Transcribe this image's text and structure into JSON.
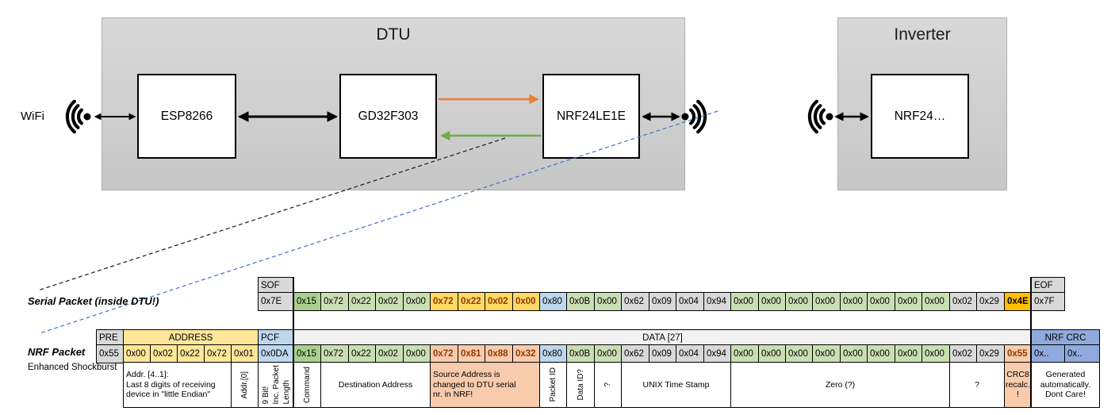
{
  "diagram": {
    "wifi_label": "WiFi",
    "dtu": {
      "title": "DTU",
      "esp8266": "ESP8266",
      "gd32f303": "GD32F303",
      "nrf24le1e": "NRF24LE1E"
    },
    "inverter": {
      "title": "Inverter",
      "nrf24": "NRF24…"
    }
  },
  "colors": {
    "arrow_black": "#000000",
    "arrow_orange": "#ED7D31",
    "arrow_green": "#70AD47",
    "dash_blue": "#4472C4",
    "cell_gray": "#D9D9D9",
    "cell_yellow": "#FFE699",
    "cell_gold": "#FFD966",
    "cell_gold_strong": "#FFC000",
    "cell_blue": "#BDD7EE",
    "cell_blue_dark": "#8FAADC",
    "cell_green_dark": "#A9D08E",
    "cell_green_light": "#C9DFB3",
    "cell_salmon": "#F8CBAD"
  },
  "packets": {
    "serial": {
      "label": "Serial Packet (inside DTU!)",
      "headers": [
        {
          "c": 6,
          "s": 1,
          "v": "SOF",
          "st": "gy",
          "align": "left"
        },
        {
          "c": 34,
          "s": 1,
          "v": "EOF",
          "st": "gy",
          "align": "left"
        }
      ],
      "cells": [
        {
          "c": 6,
          "v": "0x7E",
          "st": "gy"
        },
        {
          "c": 7,
          "v": "0x15",
          "st": "gn"
        },
        {
          "c": 8,
          "v": "0x72",
          "st": "lg"
        },
        {
          "c": 9,
          "v": "0x22",
          "st": "lg"
        },
        {
          "c": 10,
          "v": "0x02",
          "st": "lg"
        },
        {
          "c": 11,
          "v": "0x00",
          "st": "lg"
        },
        {
          "c": 12,
          "v": "0x72",
          "st": "go"
        },
        {
          "c": 13,
          "v": "0x22",
          "st": "go"
        },
        {
          "c": 14,
          "v": "0x02",
          "st": "go"
        },
        {
          "c": 15,
          "v": "0x00",
          "st": "go"
        },
        {
          "c": 16,
          "v": "0x80",
          "st": "bl"
        },
        {
          "c": 17,
          "v": "0x0B",
          "st": "lg"
        },
        {
          "c": 18,
          "v": "0x00",
          "st": "lg"
        },
        {
          "c": 19,
          "v": "0x62",
          "st": "gy"
        },
        {
          "c": 20,
          "v": "0x09",
          "st": "gy"
        },
        {
          "c": 21,
          "v": "0x04",
          "st": "gy"
        },
        {
          "c": 22,
          "v": "0x94",
          "st": "gy"
        },
        {
          "c": 23,
          "v": "0x00",
          "st": "lg"
        },
        {
          "c": 24,
          "v": "0x00",
          "st": "lg"
        },
        {
          "c": 25,
          "v": "0x00",
          "st": "lg"
        },
        {
          "c": 26,
          "v": "0x00",
          "st": "lg"
        },
        {
          "c": 27,
          "v": "0x00",
          "st": "lg"
        },
        {
          "c": 28,
          "v": "0x00",
          "st": "lg"
        },
        {
          "c": 29,
          "v": "0x00",
          "st": "lg"
        },
        {
          "c": 30,
          "v": "0x00",
          "st": "lg"
        },
        {
          "c": 31,
          "v": "0x02",
          "st": "gy"
        },
        {
          "c": 32,
          "v": "0x29",
          "st": "gy"
        },
        {
          "c": 33,
          "v": "0x4E",
          "st": "gx"
        },
        {
          "c": 34,
          "v": "0x7F",
          "st": "gy"
        }
      ]
    },
    "nrf": {
      "label": "NRF Packet",
      "sublabel": "Enhanced Shockburst",
      "headers": [
        {
          "c": 0,
          "s": 1,
          "v": "PRE",
          "st": "gy",
          "align": "left"
        },
        {
          "c": 1,
          "s": 5,
          "v": "ADDRESS",
          "st": "yh",
          "align": "center"
        },
        {
          "c": 6,
          "s": 1,
          "v": "PCF",
          "st": "bl",
          "align": "left"
        },
        {
          "c": 7,
          "s": 27,
          "v": "DATA [27]",
          "st": "dh",
          "align": "center"
        },
        {
          "c": 34,
          "s": 2,
          "v": "NRF CRC",
          "st": "bd",
          "align": "center"
        }
      ],
      "cells": [
        {
          "c": 0,
          "v": "0x55",
          "st": "gy"
        },
        {
          "c": 1,
          "v": "0x00",
          "st": "yh"
        },
        {
          "c": 2,
          "v": "0x02",
          "st": "yh"
        },
        {
          "c": 3,
          "v": "0x22",
          "st": "yh"
        },
        {
          "c": 4,
          "v": "0x72",
          "st": "yh"
        },
        {
          "c": 5,
          "v": "0x01",
          "st": "yh"
        },
        {
          "c": 6,
          "v": "0x0DA",
          "st": "bl"
        },
        {
          "c": 7,
          "v": "0x15",
          "st": "gn"
        },
        {
          "c": 8,
          "v": "0x72",
          "st": "lg"
        },
        {
          "c": 9,
          "v": "0x22",
          "st": "lg"
        },
        {
          "c": 10,
          "v": "0x02",
          "st": "lg"
        },
        {
          "c": 11,
          "v": "0x00",
          "st": "lg"
        },
        {
          "c": 12,
          "v": "0x72",
          "st": "sb"
        },
        {
          "c": 13,
          "v": "0x81",
          "st": "sb"
        },
        {
          "c": 14,
          "v": "0x88",
          "st": "sb"
        },
        {
          "c": 15,
          "v": "0x32",
          "st": "sb"
        },
        {
          "c": 16,
          "v": "0x80",
          "st": "bl"
        },
        {
          "c": 17,
          "v": "0x0B",
          "st": "lg"
        },
        {
          "c": 18,
          "v": "0x00",
          "st": "lg"
        },
        {
          "c": 19,
          "v": "0x62",
          "st": "gy"
        },
        {
          "c": 20,
          "v": "0x09",
          "st": "gy"
        },
        {
          "c": 21,
          "v": "0x04",
          "st": "gy"
        },
        {
          "c": 22,
          "v": "0x94",
          "st": "gy"
        },
        {
          "c": 23,
          "v": "0x00",
          "st": "lg"
        },
        {
          "c": 24,
          "v": "0x00",
          "st": "lg"
        },
        {
          "c": 25,
          "v": "0x00",
          "st": "lg"
        },
        {
          "c": 26,
          "v": "0x00",
          "st": "lg"
        },
        {
          "c": 27,
          "v": "0x00",
          "st": "lg"
        },
        {
          "c": 28,
          "v": "0x00",
          "st": "lg"
        },
        {
          "c": 29,
          "v": "0x00",
          "st": "lg"
        },
        {
          "c": 30,
          "v": "0x00",
          "st": "lg"
        },
        {
          "c": 31,
          "v": "0x02",
          "st": "gy"
        },
        {
          "c": 32,
          "v": "0x29",
          "st": "gy"
        },
        {
          "c": 33,
          "v": "0x55",
          "st": "sb"
        },
        {
          "c": 34,
          "v": "0x..",
          "st": "bd"
        },
        {
          "c": 35,
          "v": "0x..",
          "st": "bd"
        }
      ],
      "annotations": [
        {
          "c": 1,
          "s": 4,
          "v": "Addr. [4..1]:\nLast 8 digits of receiving\ndevice in \"little Endian\"",
          "st": "wh",
          "align": "left"
        },
        {
          "c": 5,
          "s": 1,
          "v": "Addr.[0]",
          "st": "wh",
          "vert": true
        },
        {
          "c": 6,
          "s": 1,
          "v": "9 Bit!\nInc. Packet\nLength",
          "st": "wh",
          "vert": true
        },
        {
          "c": 7,
          "s": 1,
          "v": "Command",
          "st": "wh",
          "vert": true
        },
        {
          "c": 8,
          "s": 4,
          "v": "Destination Address",
          "st": "wh",
          "align": "center"
        },
        {
          "c": 12,
          "s": 4,
          "v": "Source Address is\nchanged to DTU serial\nnr. in NRF!",
          "st": "sa",
          "align": "left"
        },
        {
          "c": 16,
          "s": 1,
          "v": "Packet ID",
          "st": "wh",
          "vert": true
        },
        {
          "c": 17,
          "s": 1,
          "v": "Data ID?",
          "st": "wh",
          "vert": true
        },
        {
          "c": 18,
          "s": 1,
          "v": "?",
          "st": "wh",
          "vert": true
        },
        {
          "c": 19,
          "s": 4,
          "v": "UNIX Time Stamp",
          "st": "wh",
          "align": "center"
        },
        {
          "c": 23,
          "s": 8,
          "v": "Zero (?)",
          "st": "wh",
          "align": "center"
        },
        {
          "c": 31,
          "s": 2,
          "v": "?",
          "st": "wh",
          "align": "center"
        },
        {
          "c": 33,
          "s": 1,
          "v": "CRC8\nrecalc.\n!",
          "st": "sa",
          "align": "center"
        },
        {
          "c": 34,
          "s": 2,
          "v": "Generated\nautomatically.\nDont Care!",
          "st": "wh",
          "align": "center"
        }
      ]
    }
  }
}
